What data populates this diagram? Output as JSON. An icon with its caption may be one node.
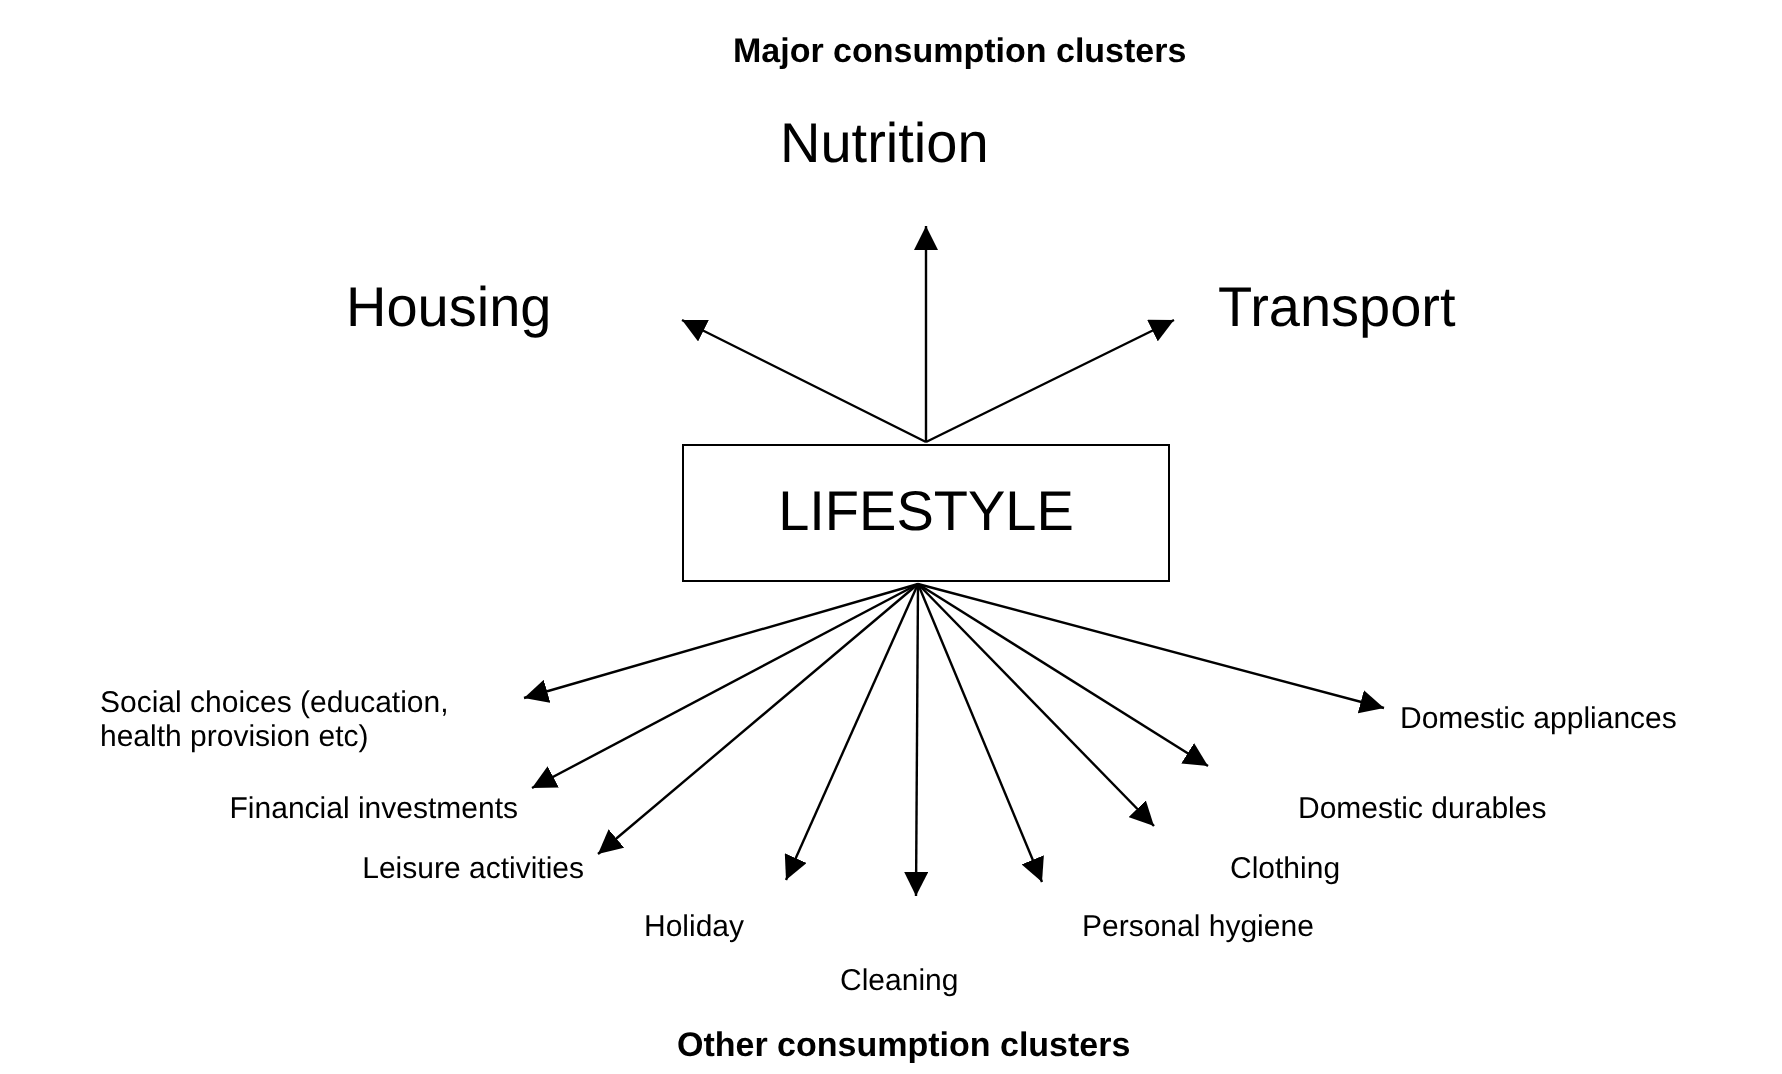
{
  "diagram": {
    "nodes": [
      {
        "text": [
          "LIFESTYLE"
        ]
      },
      {
        "text": [
          "Housing"
        ]
      },
      {
        "text": [
          "Nutrition"
        ]
      },
      {
        "text": [
          "Transport"
        ]
      },
      {
        "text": [
          "Social choices (education, health provision etc)"
        ]
      },
      {
        "text": [
          "Financial investments"
        ]
      },
      {
        "text": [
          "Leisure activities"
        ]
      },
      {
        "text": [
          "Holiday"
        ]
      },
      {
        "text": [
          "Cleaning"
        ]
      },
      {
        "text": [
          "Personal hygiene"
        ]
      },
      {
        "text": [
          "Clothing"
        ]
      },
      {
        "text": [
          "Domestic durables"
        ]
      },
      {
        "text": [
          "Domestic appliances"
        ]
      }
    ],
    "edges": [
      {
        "from": 0,
        "to": 1,
        "arrow": "to"
      },
      {
        "from": 0,
        "to": 2,
        "arrow": "to"
      },
      {
        "from": 0,
        "to": 3,
        "arrow": "to"
      },
      {
        "from": 0,
        "to": 4,
        "arrow": "to"
      },
      {
        "from": 0,
        "to": 5,
        "arrow": "to"
      },
      {
        "from": 0,
        "to": 6,
        "arrow": "to"
      },
      {
        "from": 0,
        "to": 7,
        "arrow": "to"
      },
      {
        "from": 0,
        "to": 8,
        "arrow": "to"
      },
      {
        "from": 0,
        "to": 9,
        "arrow": "to"
      },
      {
        "from": 0,
        "to": 10,
        "arrow": "to"
      },
      {
        "from": 0,
        "to": 11,
        "arrow": "to"
      },
      {
        "from": 0,
        "to": 12,
        "arrow": "to"
      }
    ],
    "labels": [
      "Major consumption clusters",
      "Other consumption clusters"
    ]
  }
}
